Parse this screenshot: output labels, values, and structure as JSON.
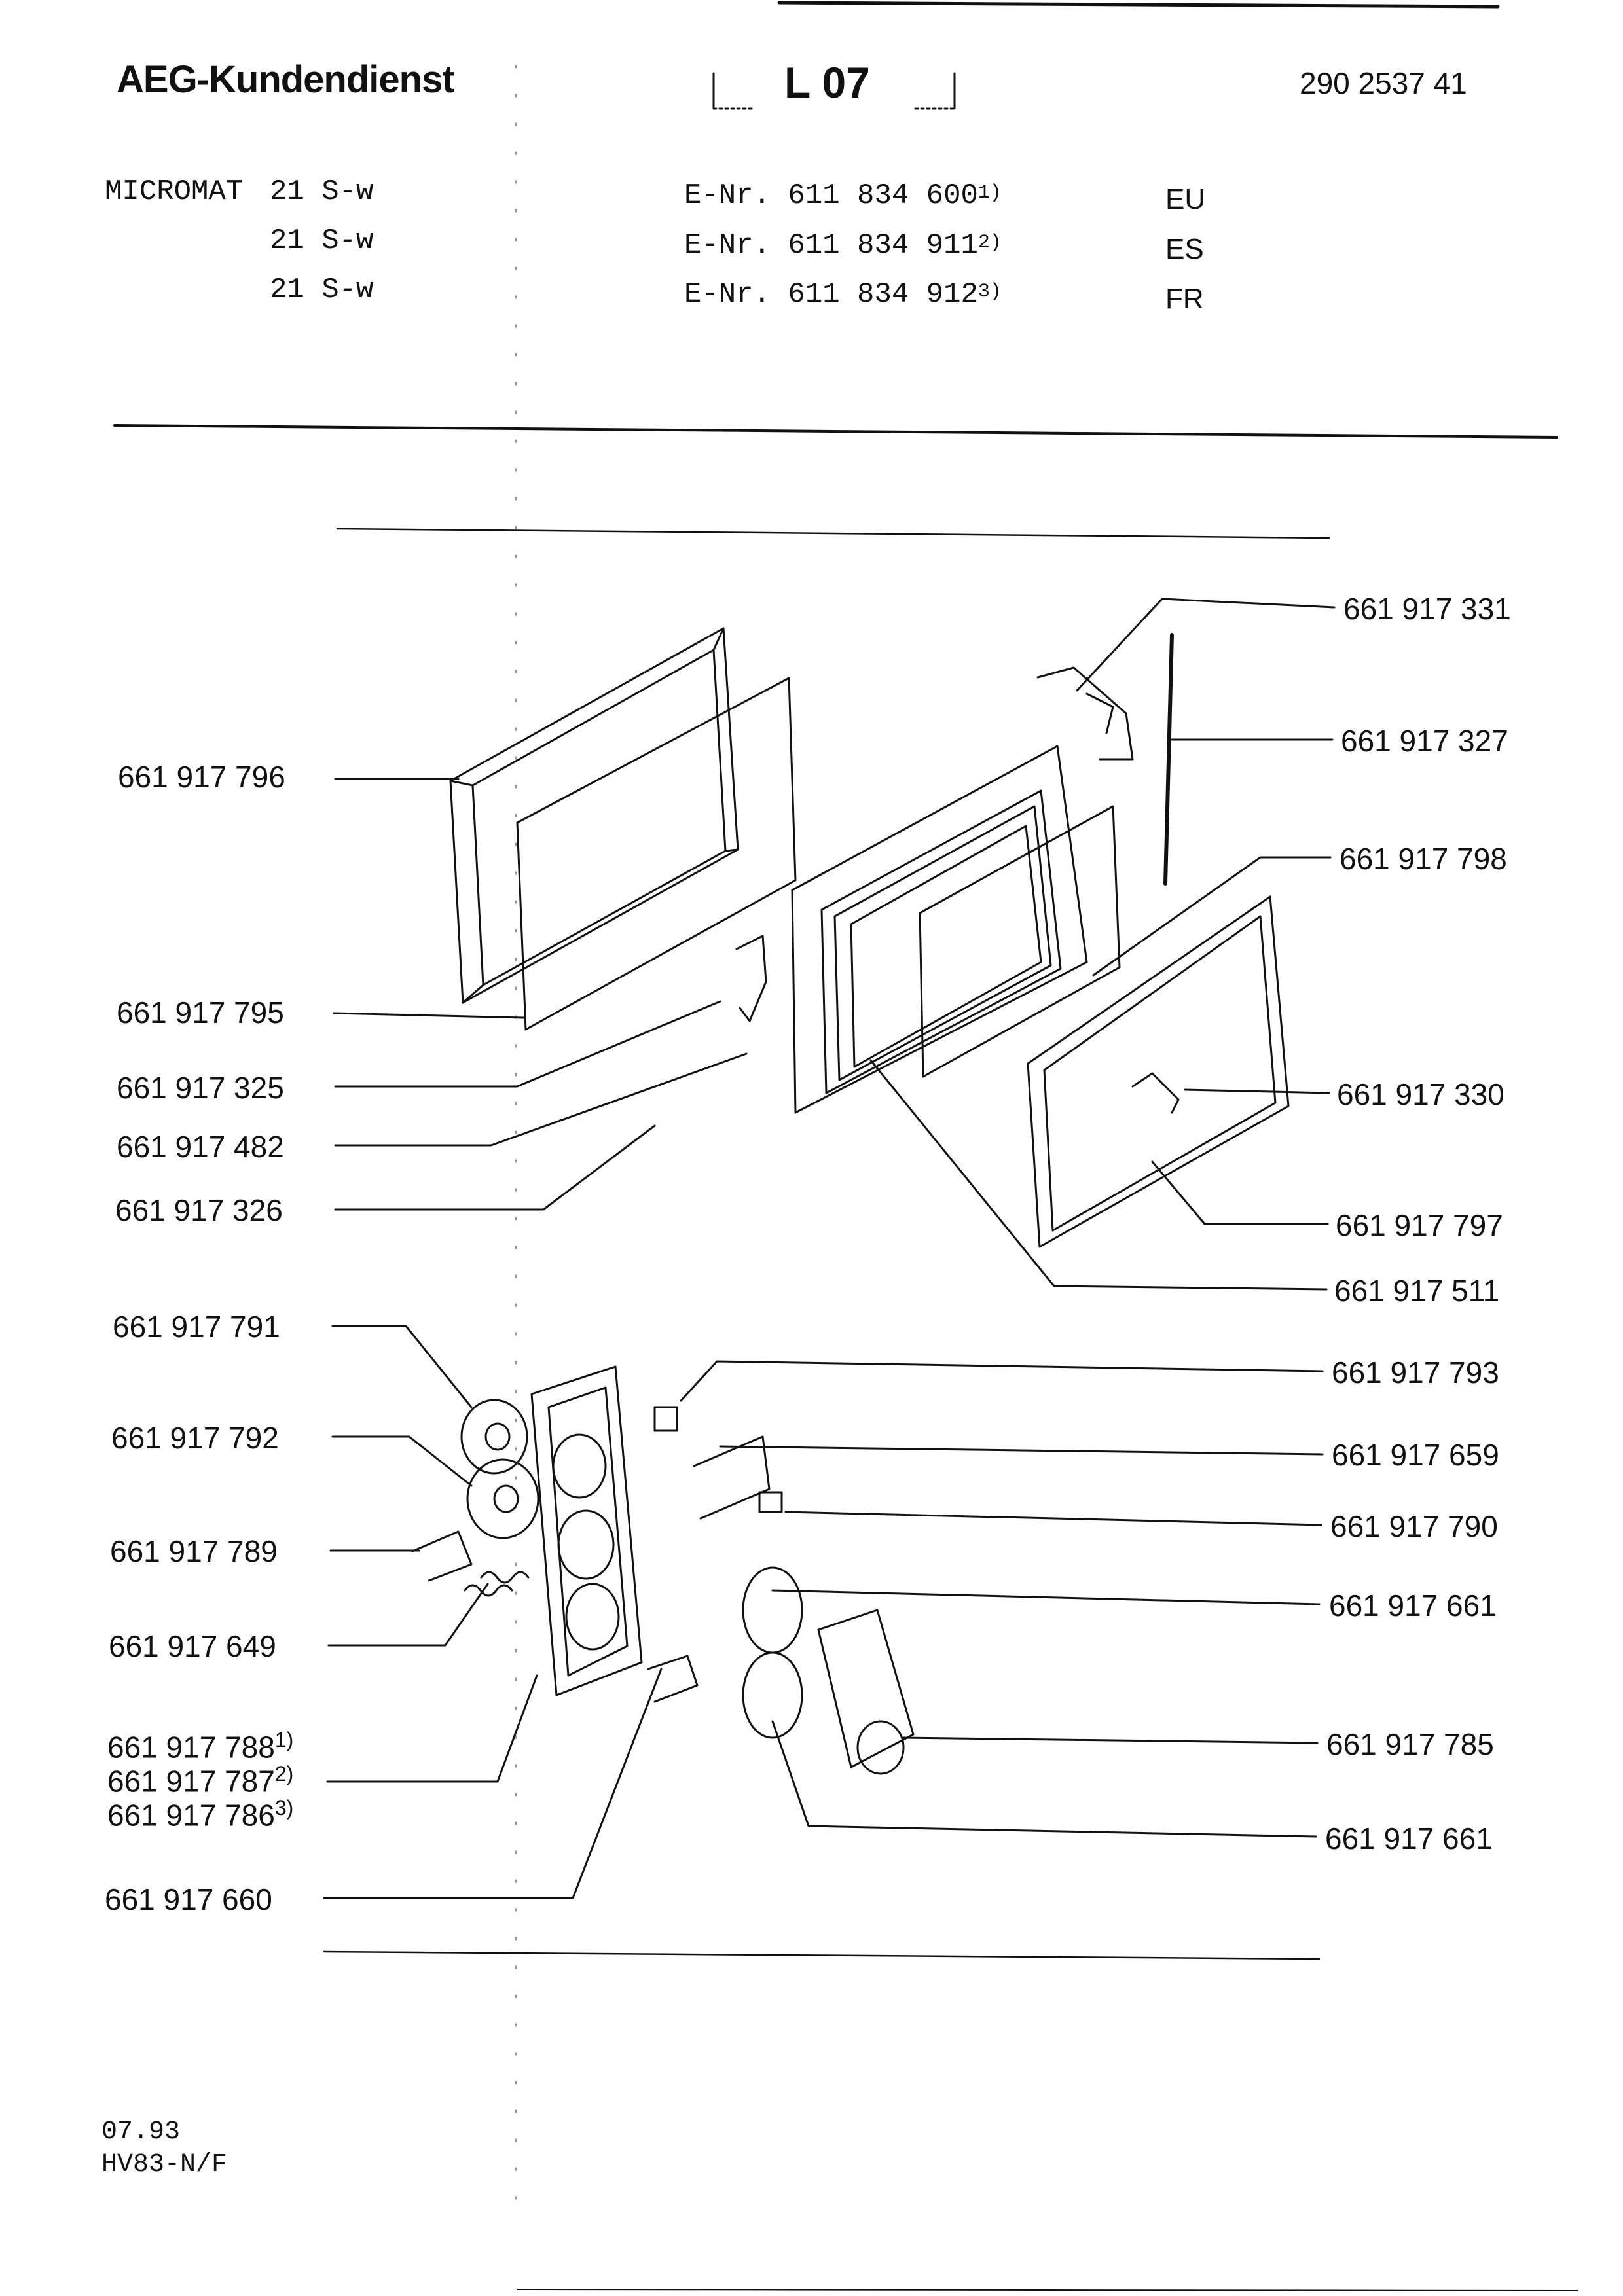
{
  "header": {
    "brand": "AEG-Kundendienst",
    "sheet": "L 07",
    "document_number": "290 2537 41"
  },
  "models": [
    {
      "name": "MICROMAT",
      "variant": "21 S-w",
      "enr": "E-Nr. 611 834 600",
      "note": "1)",
      "country": "EU"
    },
    {
      "name": "",
      "variant": "21 S-w",
      "enr": "E-Nr. 611 834 911",
      "note": "2)",
      "country": "ES"
    },
    {
      "name": "",
      "variant": "21 S-w",
      "enr": "E-Nr. 611 834 912",
      "note": "3)",
      "country": "FR"
    }
  ],
  "left_labels": [
    {
      "part": "661 917 796",
      "note": ""
    },
    {
      "part": "661 917 795",
      "note": ""
    },
    {
      "part": "661 917 325",
      "note": ""
    },
    {
      "part": "661 917 482",
      "note": ""
    },
    {
      "part": "661 917 326",
      "note": ""
    },
    {
      "part": "661 917 791",
      "note": ""
    },
    {
      "part": "661 917 792",
      "note": ""
    },
    {
      "part": "661 917 789",
      "note": ""
    },
    {
      "part": "661 917 649",
      "note": ""
    },
    {
      "part": "661 917 788",
      "note": "1)"
    },
    {
      "part": "661 917 787",
      "note": "2)"
    },
    {
      "part": "661 917 786",
      "note": "3)"
    },
    {
      "part": "661 917 660",
      "note": ""
    }
  ],
  "right_labels": [
    {
      "part": "661 917 331"
    },
    {
      "part": "661 917 327"
    },
    {
      "part": "661 917 798"
    },
    {
      "part": "661 917 330"
    },
    {
      "part": "661 917 797"
    },
    {
      "part": "661 917 511"
    },
    {
      "part": "661 917 793"
    },
    {
      "part": "661 917 659"
    },
    {
      "part": "661 917 790"
    },
    {
      "part": "661 917 661"
    },
    {
      "part": "661 917 785"
    },
    {
      "part": "661 917 661"
    }
  ],
  "footer": {
    "date": "07.93",
    "code": "HV83-N/F"
  }
}
